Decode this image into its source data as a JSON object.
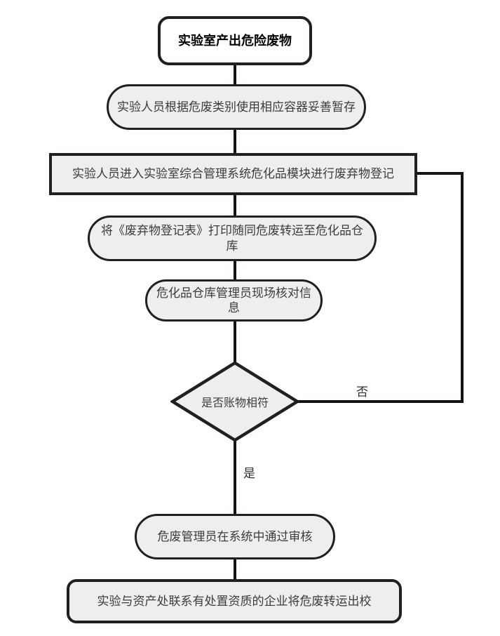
{
  "flowchart": {
    "nodes": [
      {
        "id": "start",
        "type": "rounded-rect",
        "label": "实验室产出危险废物"
      },
      {
        "id": "temp-storage",
        "type": "stadium",
        "label": "实验人员根据危废类别使用相应容器妥善暂存"
      },
      {
        "id": "register",
        "type": "rect",
        "label": "实验人员进入实验室综合管理系统危化品模块进行废弃物登记"
      },
      {
        "id": "print-transfer",
        "type": "stadium",
        "label": "将《废弃物登记表》打印随同危废转运至危化品仓库"
      },
      {
        "id": "verify",
        "type": "stadium",
        "label": "危化品仓库管理员现场核对信息"
      },
      {
        "id": "decision",
        "type": "diamond",
        "label": "是否账物相符"
      },
      {
        "id": "approve",
        "type": "stadium",
        "label": "危废管理员在系统中通过审核"
      },
      {
        "id": "end",
        "type": "rounded-rect",
        "label": "实验与资产处联系有处置资质的企业将危废转运出校"
      }
    ],
    "branch_labels": {
      "no": "否",
      "yes": "是"
    },
    "colors": {
      "node_fill": "#eeeeee",
      "start_fill": "#ffffff",
      "border": "#241f1f",
      "line": "#161212",
      "text": "#3c3c3c"
    }
  }
}
